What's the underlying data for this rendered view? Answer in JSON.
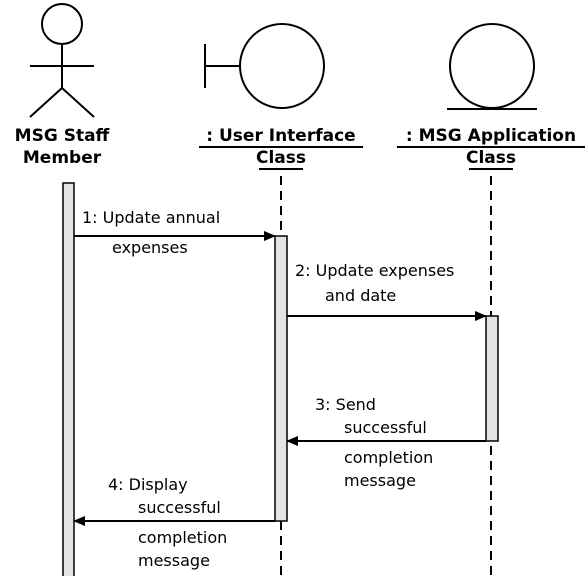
{
  "participants": [
    {
      "kind": "actor",
      "name_lines": [
        "MSG Staff",
        "Member"
      ],
      "underlined": false
    },
    {
      "kind": "boundary",
      "name_lines": [
        ": User Interface",
        "Class"
      ],
      "underlined": true
    },
    {
      "kind": "entity",
      "name_lines": [
        ": MSG Application",
        "Class"
      ],
      "underlined": true
    }
  ],
  "messages": [
    {
      "from": 0,
      "to": 1,
      "lines": [
        "1:  Update annual",
        "expenses"
      ]
    },
    {
      "from": 1,
      "to": 2,
      "lines": [
        "2:  Update expenses",
        "and date"
      ]
    },
    {
      "from": 2,
      "to": 1,
      "lines": [
        "3:  Send",
        "successful",
        "completion",
        "message"
      ]
    },
    {
      "from": 1,
      "to": 0,
      "lines": [
        "4:  Display",
        "successful",
        "completion",
        "message"
      ]
    }
  ]
}
